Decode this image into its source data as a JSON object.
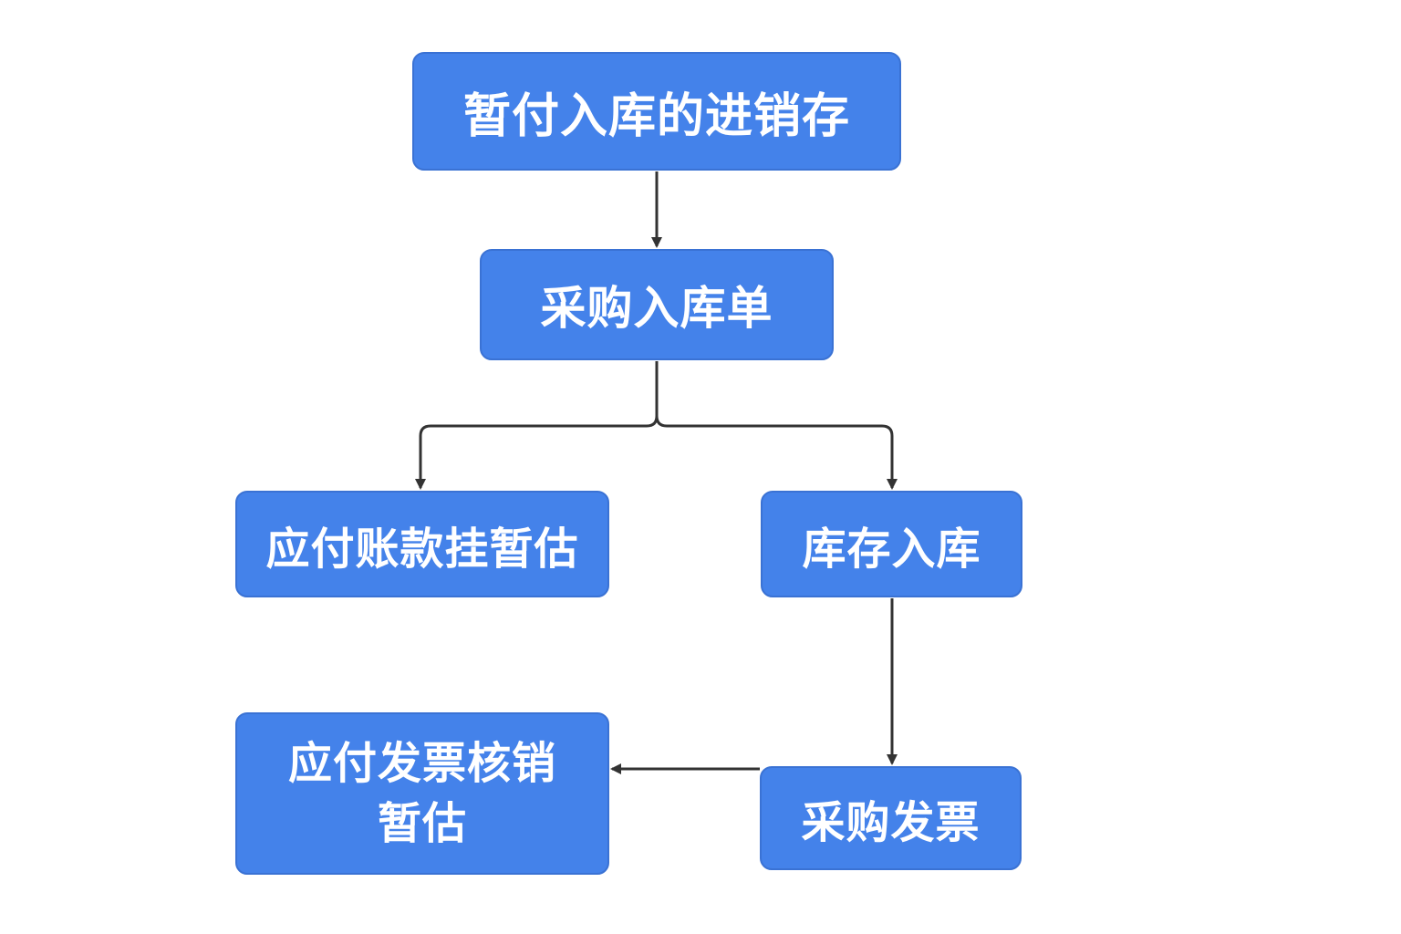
{
  "colors": {
    "node_fill": "#4482ea",
    "node_border": "#3a72d4",
    "node_text": "#ffffff",
    "connector": "#333333",
    "background": "#ffffff"
  },
  "nodes": {
    "temp_inventory": "暂付入库的进销存",
    "purchase_receipt": "采购入库单",
    "ap_temp_estimate": "应付账款挂暂估",
    "stock_in": "库存入库",
    "purchase_invoice": "采购发票",
    "ap_invoice_writeoff": "应付发票核销暂估"
  },
  "edges": [
    {
      "from": "temp_inventory",
      "to": "purchase_receipt"
    },
    {
      "from": "purchase_receipt",
      "to": "ap_temp_estimate"
    },
    {
      "from": "purchase_receipt",
      "to": "stock_in"
    },
    {
      "from": "stock_in",
      "to": "purchase_invoice"
    },
    {
      "from": "purchase_invoice",
      "to": "ap_invoice_writeoff"
    }
  ]
}
